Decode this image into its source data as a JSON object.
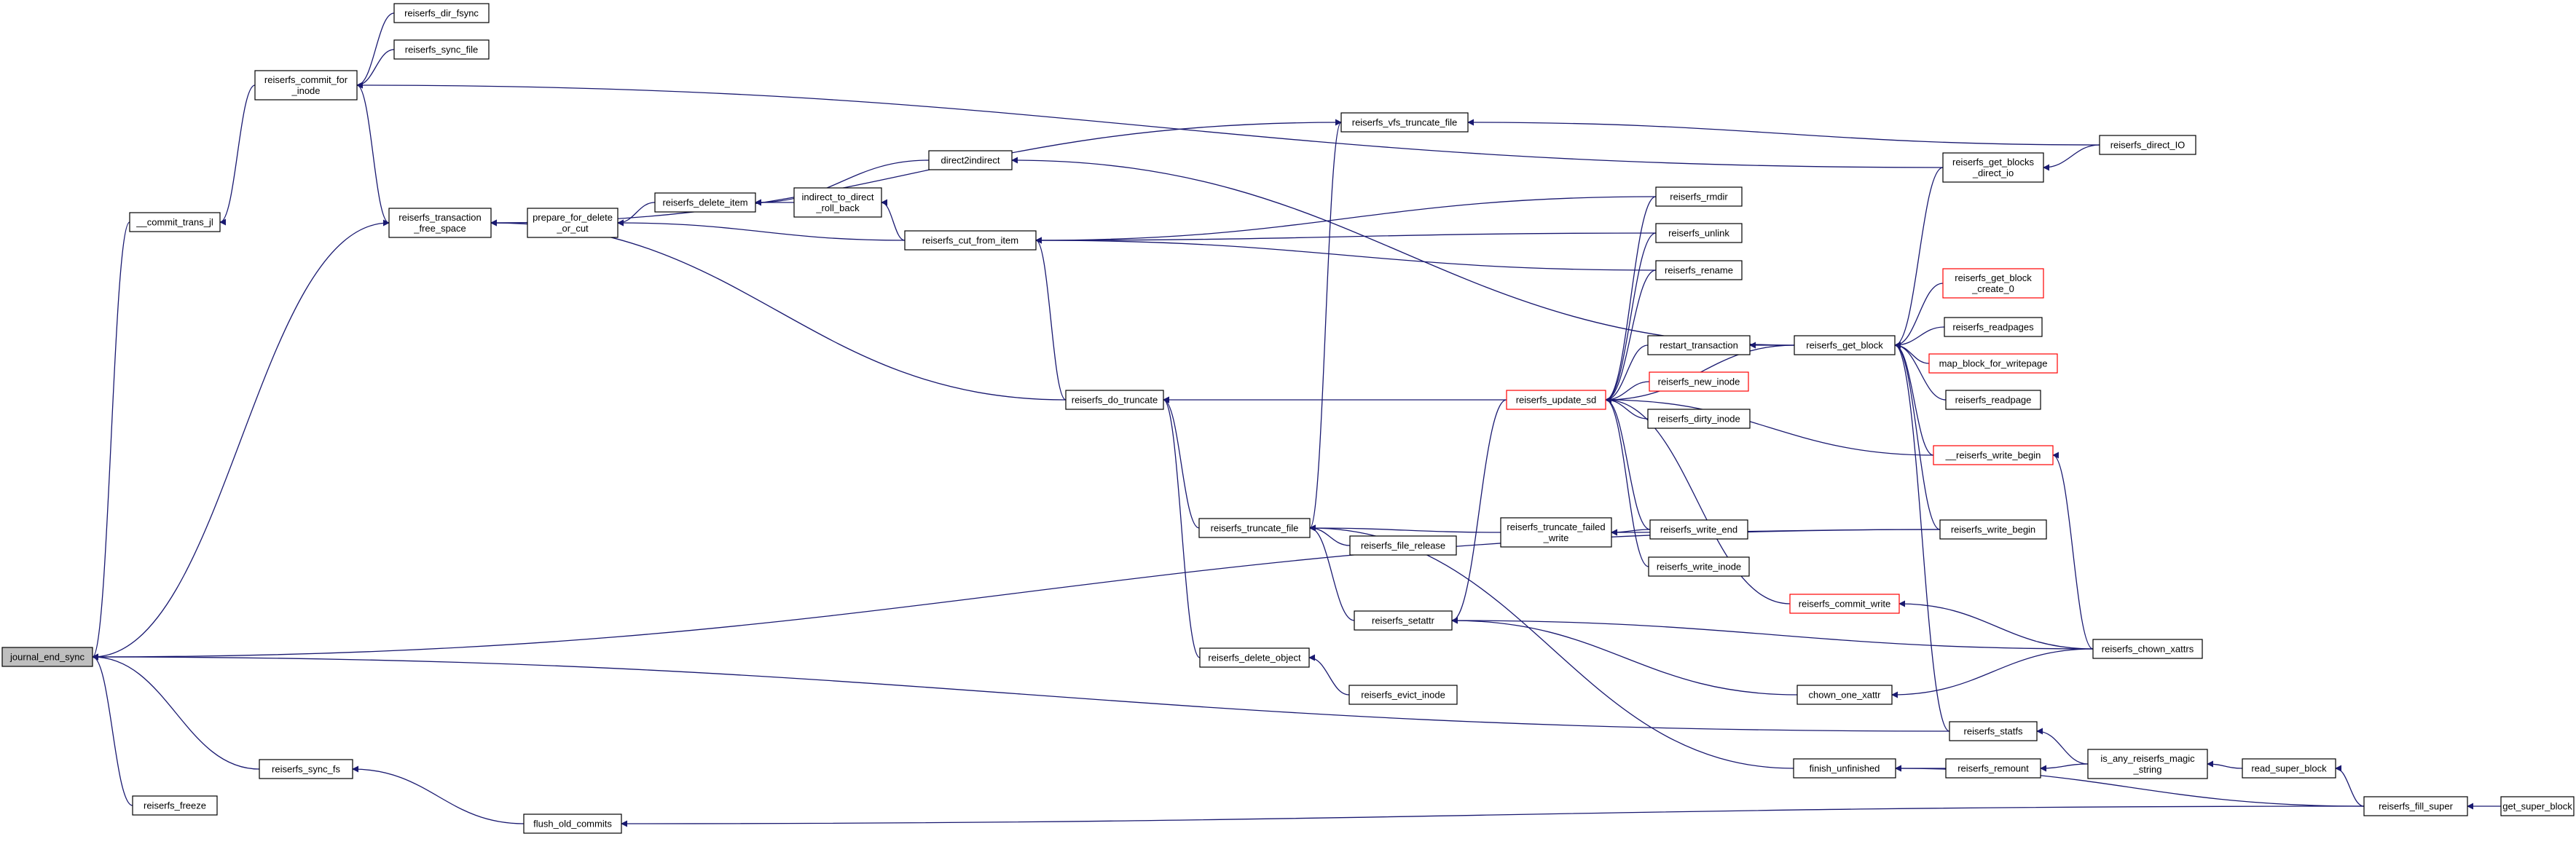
{
  "nodes": [
    {
      "id": "journal_end_sync",
      "lines": [
        "journal_end_sync"
      ],
      "style": "root"
    },
    {
      "id": "reiserfs_dir_fsync",
      "lines": [
        "reiserfs_dir_fsync"
      ]
    },
    {
      "id": "reiserfs_sync_file",
      "lines": [
        "reiserfs_sync_file"
      ]
    },
    {
      "id": "reiserfs_commit_for_inode",
      "lines": [
        "reiserfs_commit_for",
        "_inode"
      ]
    },
    {
      "id": "commit_trans_jl",
      "lines": [
        "__commit_trans_jl"
      ]
    },
    {
      "id": "reiserfs_transaction_free_space",
      "lines": [
        "reiserfs_transaction",
        "_free_space"
      ]
    },
    {
      "id": "prepare_for_delete_or_cut",
      "lines": [
        "prepare_for_delete",
        "_or_cut"
      ]
    },
    {
      "id": "reiserfs_delete_item",
      "lines": [
        "reiserfs_delete_item"
      ]
    },
    {
      "id": "indirect_to_direct_roll_back",
      "lines": [
        "indirect_to_direct",
        "_roll_back"
      ]
    },
    {
      "id": "direct2indirect",
      "lines": [
        "direct2indirect"
      ]
    },
    {
      "id": "reiserfs_cut_from_item",
      "lines": [
        "reiserfs_cut_from_item"
      ]
    },
    {
      "id": "reiserfs_vfs_truncate_file",
      "lines": [
        "reiserfs_vfs_truncate_file"
      ]
    },
    {
      "id": "reiserfs_do_truncate",
      "lines": [
        "reiserfs_do_truncate"
      ]
    },
    {
      "id": "reiserfs_truncate_file",
      "lines": [
        "reiserfs_truncate_file"
      ]
    },
    {
      "id": "reiserfs_file_release",
      "lines": [
        "reiserfs_file_release"
      ]
    },
    {
      "id": "reiserfs_setattr",
      "lines": [
        "reiserfs_setattr"
      ]
    },
    {
      "id": "reiserfs_delete_object",
      "lines": [
        "reiserfs_delete_object"
      ]
    },
    {
      "id": "reiserfs_evict_inode",
      "lines": [
        "reiserfs_evict_inode"
      ]
    },
    {
      "id": "reiserfs_sync_fs",
      "lines": [
        "reiserfs_sync_fs"
      ]
    },
    {
      "id": "reiserfs_freeze",
      "lines": [
        "reiserfs_freeze"
      ]
    },
    {
      "id": "flush_old_commits",
      "lines": [
        "flush_old_commits"
      ]
    },
    {
      "id": "reiserfs_update_sd",
      "lines": [
        "reiserfs_update_sd"
      ],
      "style": "red"
    },
    {
      "id": "reiserfs_rmdir",
      "lines": [
        "reiserfs_rmdir"
      ]
    },
    {
      "id": "reiserfs_unlink",
      "lines": [
        "reiserfs_unlink"
      ]
    },
    {
      "id": "reiserfs_rename",
      "lines": [
        "reiserfs_rename"
      ]
    },
    {
      "id": "restart_transaction",
      "lines": [
        "restart_transaction"
      ]
    },
    {
      "id": "reiserfs_new_inode",
      "lines": [
        "reiserfs_new_inode"
      ],
      "style": "red"
    },
    {
      "id": "reiserfs_dirty_inode",
      "lines": [
        "reiserfs_dirty_inode"
      ]
    },
    {
      "id": "reiserfs_truncate_failed_write",
      "lines": [
        "reiserfs_truncate_failed",
        "_write"
      ]
    },
    {
      "id": "reiserfs_write_end",
      "lines": [
        "reiserfs_write_end"
      ]
    },
    {
      "id": "reiserfs_write_inode",
      "lines": [
        "reiserfs_write_inode"
      ]
    },
    {
      "id": "reiserfs_commit_write",
      "lines": [
        "reiserfs_commit_write"
      ],
      "style": "red"
    },
    {
      "id": "chown_one_xattr",
      "lines": [
        "chown_one_xattr"
      ]
    },
    {
      "id": "finish_unfinished",
      "lines": [
        "finish_unfinished"
      ]
    },
    {
      "id": "reiserfs_get_block",
      "lines": [
        "reiserfs_get_block"
      ]
    },
    {
      "id": "reiserfs_get_blocks_direct_io",
      "lines": [
        "reiserfs_get_blocks",
        "_direct_io"
      ]
    },
    {
      "id": "reiserfs_direct_IO",
      "lines": [
        "reiserfs_direct_IO"
      ]
    },
    {
      "id": "reiserfs_get_block_create_0",
      "lines": [
        "reiserfs_get_block",
        "_create_0"
      ],
      "style": "red"
    },
    {
      "id": "reiserfs_readpages",
      "lines": [
        "reiserfs_readpages"
      ]
    },
    {
      "id": "map_block_for_writepage",
      "lines": [
        "map_block_for_writepage"
      ],
      "style": "red"
    },
    {
      "id": "reiserfs_readpage",
      "lines": [
        "reiserfs_readpage"
      ]
    },
    {
      "id": "__reiserfs_write_begin",
      "lines": [
        "__reiserfs_write_begin"
      ],
      "style": "red"
    },
    {
      "id": "reiserfs_write_begin",
      "lines": [
        "reiserfs_write_begin"
      ]
    },
    {
      "id": "reiserfs_chown_xattrs",
      "lines": [
        "reiserfs_chown_xattrs"
      ]
    },
    {
      "id": "reiserfs_statfs",
      "lines": [
        "reiserfs_statfs"
      ]
    },
    {
      "id": "reiserfs_remount",
      "lines": [
        "reiserfs_remount"
      ]
    },
    {
      "id": "is_any_reiserfs_magic_string",
      "lines": [
        "is_any_reiserfs_magic",
        "_string"
      ]
    },
    {
      "id": "read_super_block",
      "lines": [
        "read_super_block"
      ]
    },
    {
      "id": "reiserfs_fill_super",
      "lines": [
        "reiserfs_fill_super"
      ]
    },
    {
      "id": "get_super_block",
      "lines": [
        "get_super_block"
      ]
    }
  ],
  "edges": [
    [
      "journal_end_sync",
      "commit_trans_jl"
    ],
    [
      "journal_end_sync",
      "reiserfs_transaction_free_space"
    ],
    [
      "journal_end_sync",
      "reiserfs_write_begin"
    ],
    [
      "journal_end_sync",
      "reiserfs_statfs"
    ],
    [
      "journal_end_sync",
      "reiserfs_sync_fs"
    ],
    [
      "journal_end_sync",
      "reiserfs_freeze"
    ],
    [
      "commit_trans_jl",
      "reiserfs_commit_for_inode"
    ],
    [
      "reiserfs_commit_for_inode",
      "reiserfs_dir_fsync"
    ],
    [
      "reiserfs_commit_for_inode",
      "reiserfs_sync_file"
    ],
    [
      "reiserfs_commit_for_inode",
      "reiserfs_get_blocks_direct_io"
    ],
    [
      "reiserfs_transaction_free_space",
      "reiserfs_commit_for_inode"
    ],
    [
      "reiserfs_transaction_free_space",
      "reiserfs_vfs_truncate_file"
    ],
    [
      "reiserfs_transaction_free_space",
      "prepare_for_delete_or_cut"
    ],
    [
      "reiserfs_transaction_free_space",
      "reiserfs_do_truncate"
    ],
    [
      "prepare_for_delete_or_cut",
      "reiserfs_delete_item"
    ],
    [
      "prepare_for_delete_or_cut",
      "reiserfs_cut_from_item"
    ],
    [
      "reiserfs_delete_item",
      "direct2indirect"
    ],
    [
      "reiserfs_delete_item",
      "indirect_to_direct_roll_back"
    ],
    [
      "indirect_to_direct_roll_back",
      "reiserfs_cut_from_item"
    ],
    [
      "direct2indirect",
      "reiserfs_get_block"
    ],
    [
      "reiserfs_cut_from_item",
      "reiserfs_rmdir"
    ],
    [
      "reiserfs_cut_from_item",
      "reiserfs_unlink"
    ],
    [
      "reiserfs_cut_from_item",
      "reiserfs_rename"
    ],
    [
      "reiserfs_cut_from_item",
      "reiserfs_do_truncate"
    ],
    [
      "reiserfs_vfs_truncate_file",
      "reiserfs_direct_IO"
    ],
    [
      "reiserfs_vfs_truncate_file",
      "reiserfs_truncate_file"
    ],
    [
      "reiserfs_do_truncate",
      "reiserfs_update_sd"
    ],
    [
      "reiserfs_do_truncate",
      "reiserfs_truncate_file"
    ],
    [
      "reiserfs_do_truncate",
      "reiserfs_delete_object"
    ],
    [
      "reiserfs_truncate_file",
      "reiserfs_truncate_failed_write"
    ],
    [
      "reiserfs_truncate_file",
      "reiserfs_file_release"
    ],
    [
      "reiserfs_truncate_file",
      "reiserfs_setattr"
    ],
    [
      "reiserfs_truncate_file",
      "finish_unfinished"
    ],
    [
      "reiserfs_delete_object",
      "reiserfs_evict_inode"
    ],
    [
      "reiserfs_sync_fs",
      "flush_old_commits"
    ],
    [
      "flush_old_commits",
      "reiserfs_fill_super"
    ],
    [
      "reiserfs_update_sd",
      "reiserfs_rmdir"
    ],
    [
      "reiserfs_update_sd",
      "reiserfs_unlink"
    ],
    [
      "reiserfs_update_sd",
      "reiserfs_rename"
    ],
    [
      "reiserfs_update_sd",
      "restart_transaction"
    ],
    [
      "reiserfs_update_sd",
      "reiserfs_get_block"
    ],
    [
      "reiserfs_update_sd",
      "reiserfs_new_inode"
    ],
    [
      "reiserfs_update_sd",
      "reiserfs_dirty_inode"
    ],
    [
      "reiserfs_update_sd",
      "__reiserfs_write_begin"
    ],
    [
      "reiserfs_update_sd",
      "reiserfs_write_end"
    ],
    [
      "reiserfs_update_sd",
      "reiserfs_write_inode"
    ],
    [
      "reiserfs_update_sd",
      "reiserfs_commit_write"
    ],
    [
      "reiserfs_setattr",
      "reiserfs_update_sd"
    ],
    [
      "reiserfs_setattr",
      "reiserfs_chown_xattrs"
    ],
    [
      "reiserfs_setattr",
      "chown_one_xattr"
    ],
    [
      "reiserfs_truncate_failed_write",
      "reiserfs_write_end"
    ],
    [
      "reiserfs_truncate_failed_write",
      "reiserfs_write_begin"
    ],
    [
      "restart_transaction",
      "reiserfs_get_block"
    ],
    [
      "reiserfs_commit_write",
      "reiserfs_chown_xattrs"
    ],
    [
      "chown_one_xattr",
      "reiserfs_chown_xattrs"
    ],
    [
      "finish_unfinished",
      "reiserfs_remount"
    ],
    [
      "finish_unfinished",
      "reiserfs_fill_super"
    ],
    [
      "reiserfs_get_block",
      "reiserfs_get_blocks_direct_io"
    ],
    [
      "reiserfs_get_block",
      "reiserfs_get_block_create_0"
    ],
    [
      "reiserfs_get_block",
      "reiserfs_readpages"
    ],
    [
      "reiserfs_get_block",
      "map_block_for_writepage"
    ],
    [
      "reiserfs_get_block",
      "reiserfs_readpage"
    ],
    [
      "reiserfs_get_block",
      "__reiserfs_write_begin"
    ],
    [
      "reiserfs_get_block",
      "reiserfs_write_begin"
    ],
    [
      "reiserfs_get_block",
      "reiserfs_statfs"
    ],
    [
      "reiserfs_get_blocks_direct_io",
      "reiserfs_direct_IO"
    ],
    [
      "__reiserfs_write_begin",
      "reiserfs_chown_xattrs"
    ],
    [
      "reiserfs_statfs",
      "is_any_reiserfs_magic_string"
    ],
    [
      "reiserfs_remount",
      "is_any_reiserfs_magic_string"
    ],
    [
      "is_any_reiserfs_magic_string",
      "read_super_block"
    ],
    [
      "read_super_block",
      "reiserfs_fill_super"
    ],
    [
      "reiserfs_fill_super",
      "get_super_block"
    ]
  ]
}
